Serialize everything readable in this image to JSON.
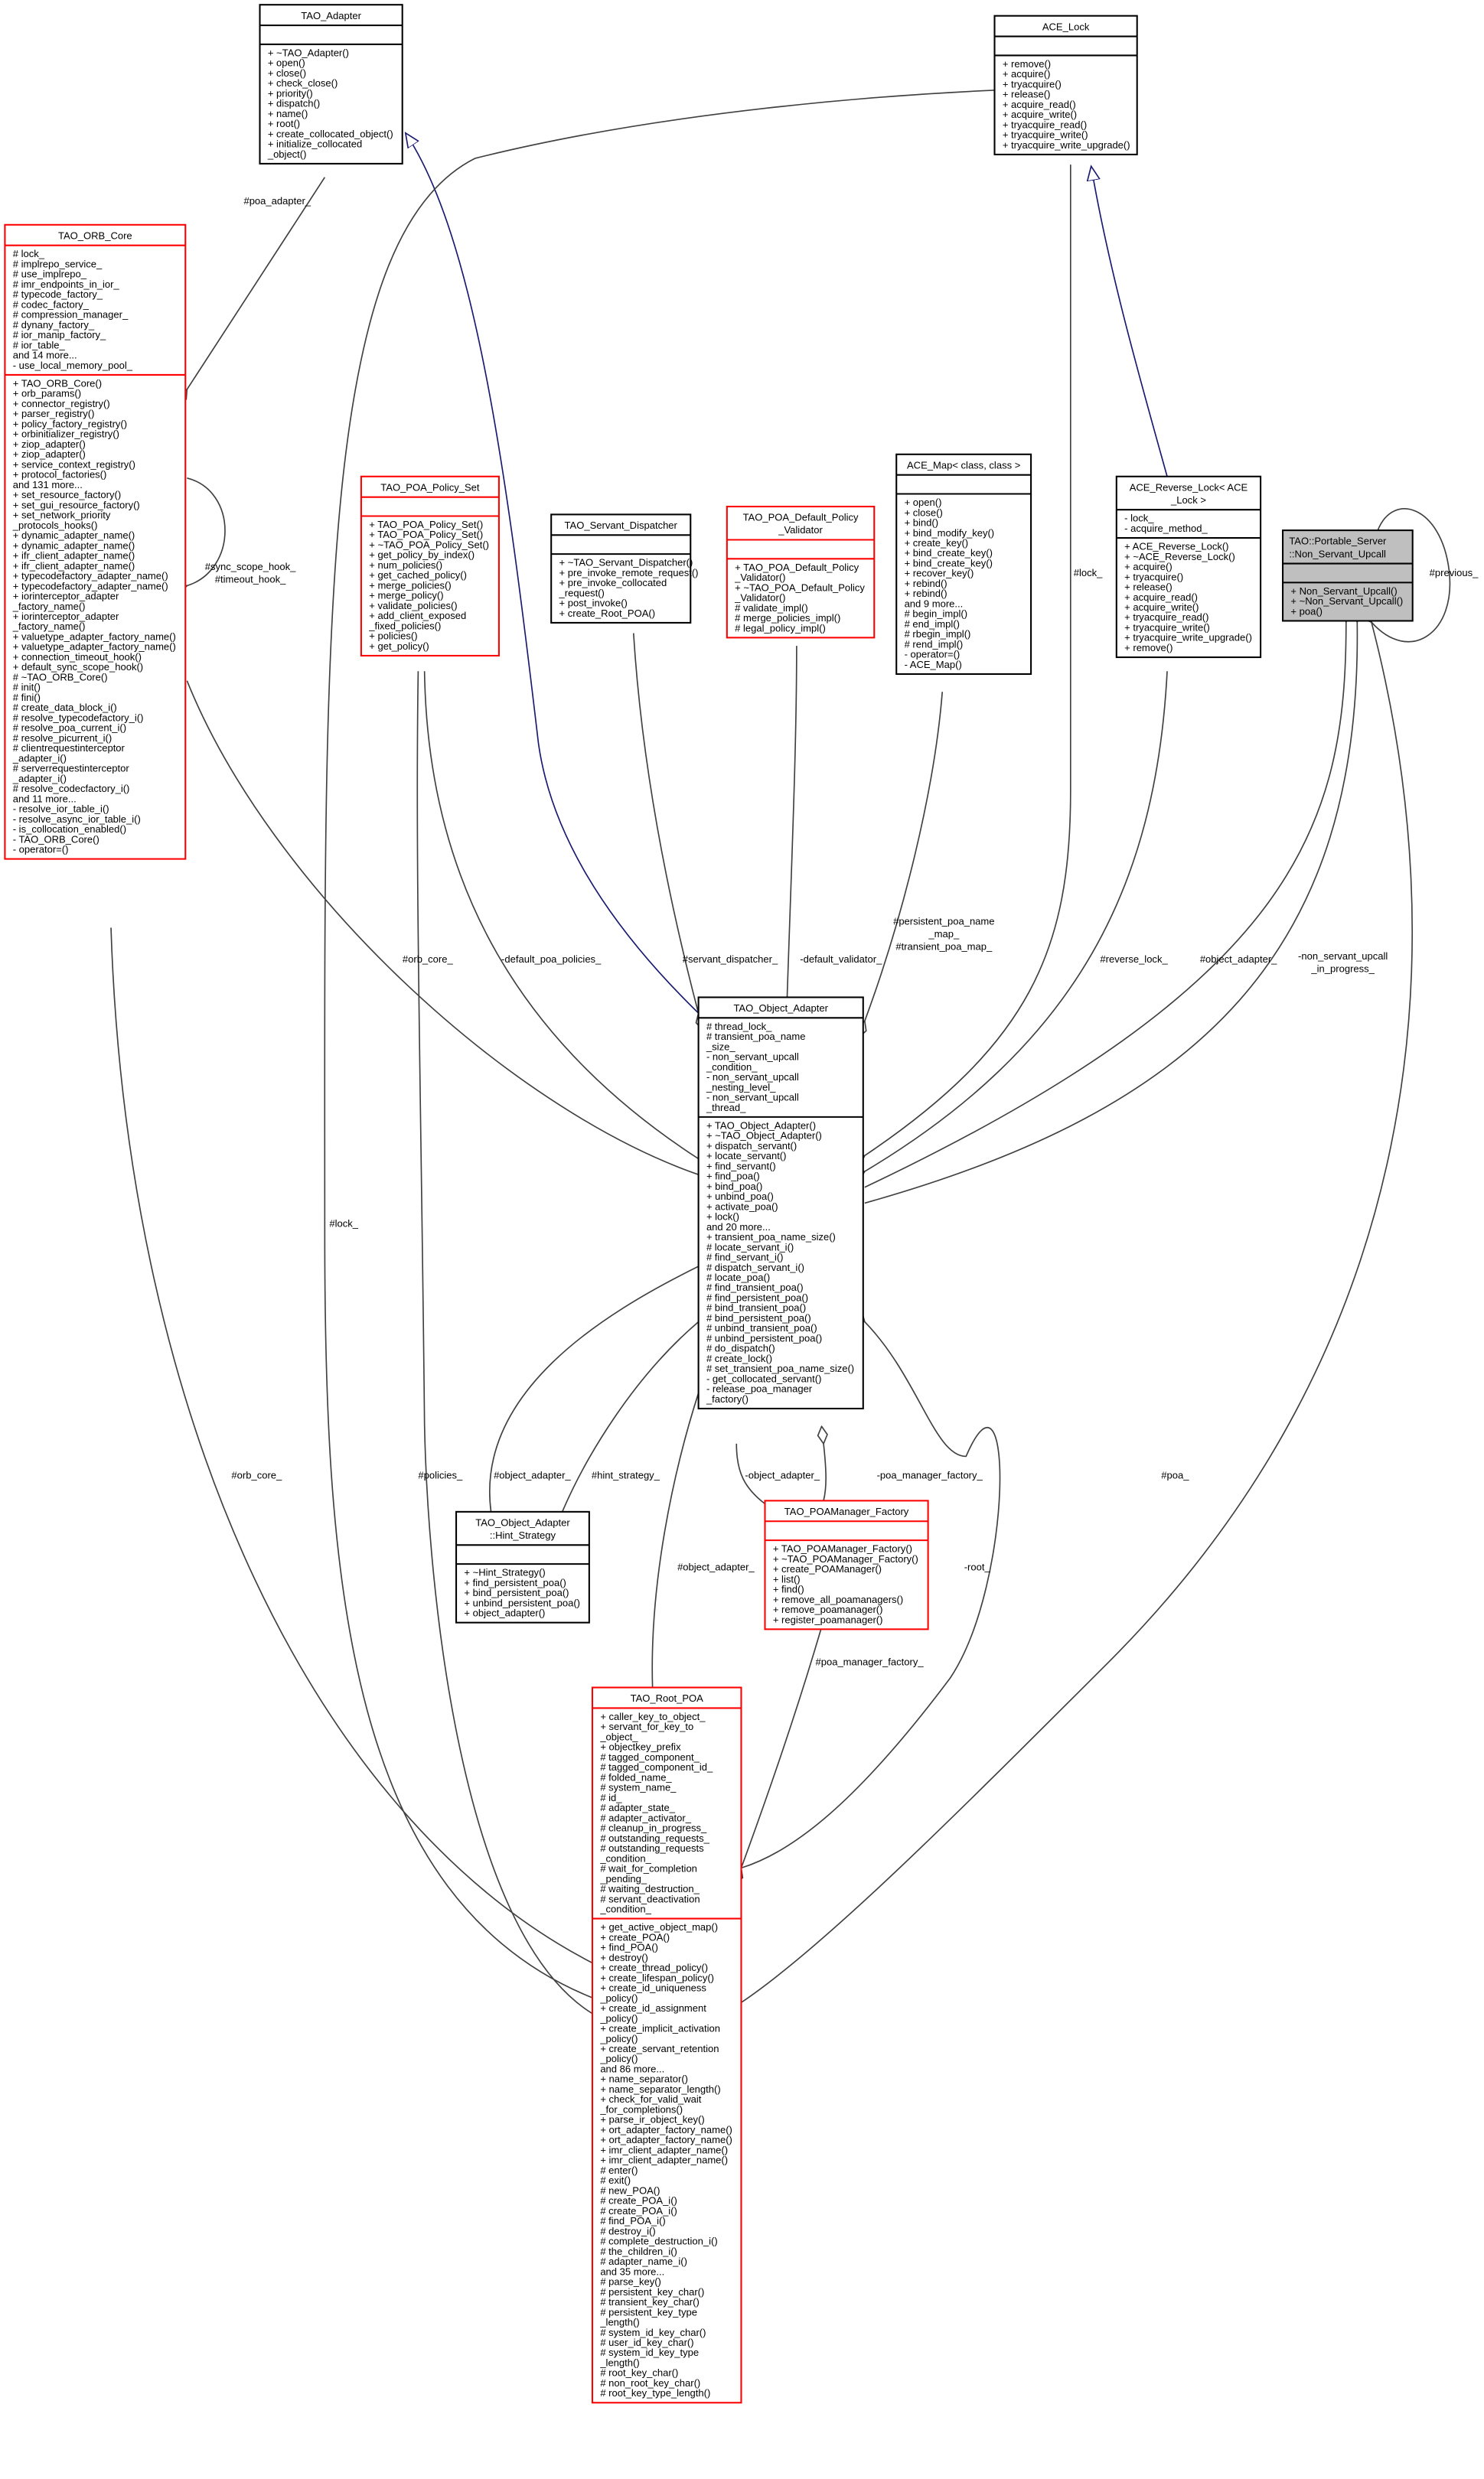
{
  "colors": {
    "normal_border": "#000000",
    "incomplete_border": "#ff0000",
    "focus_fill": "#bfbfbf",
    "inherit_edge": "#191970",
    "usage_edge": "#404040"
  },
  "classes": [
    {
      "id": "tao_adapter",
      "title": [
        "TAO_Adapter"
      ],
      "border": "normal",
      "attributes": [],
      "methods": [
        "+ ~TAO_Adapter()",
        "+ open()",
        "+ close()",
        "+ check_close()",
        "+ priority()",
        "+ dispatch()",
        "+ name()",
        "+ root()",
        "+ create_collocated_object()",
        "+ initialize_collocated",
        "_object()"
      ]
    },
    {
      "id": "ace_lock",
      "title": [
        "ACE_Lock"
      ],
      "border": "normal",
      "attributes": [],
      "methods": [
        "+ remove()",
        "+ acquire()",
        "+ tryacquire()",
        "+ release()",
        "+ acquire_read()",
        "+ acquire_write()",
        "+ tryacquire_read()",
        "+ tryacquire_write()",
        "+ tryacquire_write_upgrade()"
      ]
    },
    {
      "id": "orb_core",
      "title": [
        "TAO_ORB_Core"
      ],
      "border": "incomplete",
      "attributes": [
        "# lock_",
        "# implrepo_service_",
        "# use_implrepo_",
        "# imr_endpoints_in_ior_",
        "# typecode_factory_",
        "# codec_factory_",
        "# compression_manager_",
        "# dynany_factory_",
        "# ior_manip_factory_",
        "# ior_table_",
        "and 14 more...",
        "- use_local_memory_pool_"
      ],
      "methods": [
        "+ TAO_ORB_Core()",
        "+ orb_params()",
        "+ connector_registry()",
        "+ parser_registry()",
        "+ policy_factory_registry()",
        "+ orbinitializer_registry()",
        "+ ziop_adapter()",
        "+ ziop_adapter()",
        "+ service_context_registry()",
        "+ protocol_factories()",
        "and 131 more...",
        "+ set_resource_factory()",
        "+ set_gui_resource_factory()",
        "+ set_network_priority",
        "_protocols_hooks()",
        "+ dynamic_adapter_name()",
        "+ dynamic_adapter_name()",
        "+ ifr_client_adapter_name()",
        "+ ifr_client_adapter_name()",
        "+ typecodefactory_adapter_name()",
        "+ typecodefactory_adapter_name()",
        "+ iorinterceptor_adapter",
        "_factory_name()",
        "+ iorinterceptor_adapter",
        "_factory_name()",
        "+ valuetype_adapter_factory_name()",
        "+ valuetype_adapter_factory_name()",
        "+ connection_timeout_hook()",
        "+ default_sync_scope_hook()",
        "# ~TAO_ORB_Core()",
        "# init()",
        "# fini()",
        "# create_data_block_i()",
        "# resolve_typecodefactory_i()",
        "# resolve_poa_current_i()",
        "# resolve_picurrent_i()",
        "# clientrequestinterceptor",
        "_adapter_i()",
        "# serverrequestinterceptor",
        "_adapter_i()",
        "# resolve_codecfactory_i()",
        "and 11 more...",
        "- resolve_ior_table_i()",
        "- resolve_async_ior_table_i()",
        "- is_collocation_enabled()",
        "- TAO_ORB_Core()",
        "- operator=()"
      ]
    },
    {
      "id": "policy_set",
      "title": [
        "TAO_POA_Policy_Set"
      ],
      "border": "incomplete",
      "attributes": [],
      "methods": [
        "+ TAO_POA_Policy_Set()",
        "+ TAO_POA_Policy_Set()",
        "+ ~TAO_POA_Policy_Set()",
        "+ get_policy_by_index()",
        "+ num_policies()",
        "+ get_cached_policy()",
        "+ merge_policies()",
        "+ merge_policy()",
        "+ validate_policies()",
        "+ add_client_exposed",
        "_fixed_policies()",
        "+ policies()",
        "+ get_policy()"
      ]
    },
    {
      "id": "servant_dispatcher",
      "title": [
        "TAO_Servant_Dispatcher"
      ],
      "border": "normal",
      "attributes": [],
      "methods": [
        "+ ~TAO_Servant_Dispatcher()",
        "+ pre_invoke_remote_request()",
        "+ pre_invoke_collocated",
        "_request()",
        "+ post_invoke()",
        "+ create_Root_POA()"
      ]
    },
    {
      "id": "policy_validator",
      "title": [
        "TAO_POA_Default_Policy",
        "_Validator"
      ],
      "border": "incomplete",
      "attributes": [],
      "methods": [
        "+ TAO_POA_Default_Policy",
        "_Validator()",
        "+ ~TAO_POA_Default_Policy",
        "_Validator()",
        "# validate_impl()",
        "# merge_policies_impl()",
        "# legal_policy_impl()"
      ]
    },
    {
      "id": "ace_map",
      "title": [
        "ACE_Map< class, class >"
      ],
      "border": "normal",
      "attributes": [],
      "methods": [
        "+ open()",
        "+ close()",
        "+ bind()",
        "+ bind_modify_key()",
        "+ create_key()",
        "+ bind_create_key()",
        "+ bind_create_key()",
        "+ recover_key()",
        "+ rebind()",
        "+ rebind()",
        "and 9 more...",
        "# begin_impl()",
        "# end_impl()",
        "# rbegin_impl()",
        "# rend_impl()",
        "- operator=()",
        "- ACE_Map()"
      ]
    },
    {
      "id": "reverse_lock",
      "title": [
        "ACE_Reverse_Lock< ACE",
        "_Lock >"
      ],
      "border": "normal",
      "attributes": [
        "- lock_",
        "- acquire_method_"
      ],
      "methods": [
        "+ ACE_Reverse_Lock()",
        "+ ~ACE_Reverse_Lock()",
        "+ acquire()",
        "+ tryacquire()",
        "+ release()",
        "+ acquire_read()",
        "+ acquire_write()",
        "+ tryacquire_read()",
        "+ tryacquire_write()",
        "+ tryacquire_write_upgrade()",
        "+ remove()"
      ]
    },
    {
      "id": "non_servant_upcall",
      "title": [
        "TAO::Portable_Server",
        "::Non_Servant_Upcall"
      ],
      "border": "focus",
      "attributes": [],
      "methods": [
        "+ Non_Servant_Upcall()",
        "+ ~Non_Servant_Upcall()",
        "+ poa()"
      ]
    },
    {
      "id": "object_adapter",
      "title": [
        "TAO_Object_Adapter"
      ],
      "border": "normal",
      "attributes": [
        "# thread_lock_",
        "# transient_poa_name",
        "_size_",
        "- non_servant_upcall",
        "_condition_",
        "- non_servant_upcall",
        "_nesting_level_",
        "- non_servant_upcall",
        "_thread_"
      ],
      "methods": [
        "+ TAO_Object_Adapter()",
        "+ ~TAO_Object_Adapter()",
        "+ dispatch_servant()",
        "+ locate_servant()",
        "+ find_servant()",
        "+ find_poa()",
        "+ bind_poa()",
        "+ unbind_poa()",
        "+ activate_poa()",
        "+ lock()",
        "and 20 more...",
        "+ transient_poa_name_size()",
        "# locate_servant_i()",
        "# find_servant_i()",
        "# dispatch_servant_i()",
        "# locate_poa()",
        "# find_transient_poa()",
        "# find_persistent_poa()",
        "# bind_transient_poa()",
        "# bind_persistent_poa()",
        "# unbind_transient_poa()",
        "# unbind_persistent_poa()",
        "# do_dispatch()",
        "# create_lock()",
        "# set_transient_poa_name_size()",
        "- get_collocated_servant()",
        "- release_poa_manager",
        "_factory()"
      ]
    },
    {
      "id": "hint_strategy",
      "title": [
        "TAO_Object_Adapter",
        "::Hint_Strategy"
      ],
      "border": "normal",
      "attributes": [],
      "methods": [
        "+ ~Hint_Strategy()",
        "+ find_persistent_poa()",
        "+ bind_persistent_poa()",
        "+ unbind_persistent_poa()",
        "+ object_adapter()"
      ]
    },
    {
      "id": "poamanager_factory",
      "title": [
        "TAO_POAManager_Factory"
      ],
      "border": "incomplete",
      "attributes": [],
      "methods": [
        "+ TAO_POAManager_Factory()",
        "+ ~TAO_POAManager_Factory()",
        "+ create_POAManager()",
        "+ list()",
        "+ find()",
        "+ remove_all_poamanagers()",
        "+ remove_poamanager()",
        "+ register_poamanager()"
      ]
    },
    {
      "id": "root_poa",
      "title": [
        "TAO_Root_POA"
      ],
      "border": "incomplete",
      "attributes": [
        "+ caller_key_to_object_",
        "+ servant_for_key_to",
        "_object_",
        "+ objectkey_prefix",
        "# tagged_component_",
        "# tagged_component_id_",
        "# folded_name_",
        "# system_name_",
        "# id_",
        "# adapter_state_",
        "# adapter_activator_",
        "# cleanup_in_progress_",
        "# outstanding_requests_",
        "# outstanding_requests",
        "_condition_",
        "# wait_for_completion",
        "_pending_",
        "# waiting_destruction_",
        "# servant_deactivation",
        "_condition_"
      ],
      "methods": [
        "+ get_active_object_map()",
        "+ create_POA()",
        "+ find_POA()",
        "+ destroy()",
        "+ create_thread_policy()",
        "+ create_lifespan_policy()",
        "+ create_id_uniqueness",
        "_policy()",
        "+ create_id_assignment",
        "_policy()",
        "+ create_implicit_activation",
        "_policy()",
        "+ create_servant_retention",
        "_policy()",
        "and 86 more...",
        "+ name_separator()",
        "+ name_separator_length()",
        "+ check_for_valid_wait",
        "_for_completions()",
        "+ parse_ir_object_key()",
        "+ ort_adapter_factory_name()",
        "+ ort_adapter_factory_name()",
        "+ imr_client_adapter_name()",
        "+ imr_client_adapter_name()",
        "# enter()",
        "# exit()",
        "# new_POA()",
        "# create_POA_i()",
        "# create_POA_i()",
        "# find_POA_i()",
        "# destroy_i()",
        "# complete_destruction_i()",
        "# the_children_i()",
        "# adapter_name_i()",
        "and 35 more...",
        "# parse_key()",
        "# persistent_key_char()",
        "# transient_key_char()",
        "# persistent_key_type",
        "_length()",
        "# system_id_key_char()",
        "# user_id_key_char()",
        "# system_id_key_type",
        "_length()",
        "# root_key_char()",
        "# non_root_key_char()",
        "# root_key_type_length()"
      ]
    }
  ],
  "edges": {
    "poa_adapter": [
      "#poa_adapter_"
    ],
    "orb_self": [
      "#sync_scope_hook_",
      "#timeout_hook_"
    ],
    "ace_lock_root": [
      "#lock_"
    ],
    "orb_oa": [
      "#orb_core_"
    ],
    "policy_oa": [
      "-default_poa_policies_"
    ],
    "dispatcher_oa": [
      "#servant_dispatcher_"
    ],
    "validator_oa": [
      "-default_validator_"
    ],
    "map_oa": [
      "#persistent_poa_name",
      "_map_",
      "#transient_poa_map_"
    ],
    "lock_oa": [
      "#lock_"
    ],
    "revlock_oa": [
      "#reverse_lock_"
    ],
    "nsu_oa": [
      "#object_adapter_"
    ],
    "nsu_oa2": [
      "-non_servant_upcall",
      "_in_progress_"
    ],
    "nsu_self": [
      "#previous_"
    ],
    "nsu_poa": [
      "#poa_"
    ],
    "oa_hint": [
      "#object_adapter_"
    ],
    "hint_oa": [
      "#hint_strategy_"
    ],
    "oa_pmf": [
      "-object_adapter_"
    ],
    "pmf_oa": [
      "-poa_manager_factory_"
    ],
    "oa_root": [
      "#object_adapter_"
    ],
    "root_oa": [
      "-root_"
    ],
    "pmf_root": [
      "#poa_manager_factory_"
    ],
    "orb_root": [
      "#orb_core_"
    ],
    "policy_root": [
      "#policies_"
    ]
  }
}
